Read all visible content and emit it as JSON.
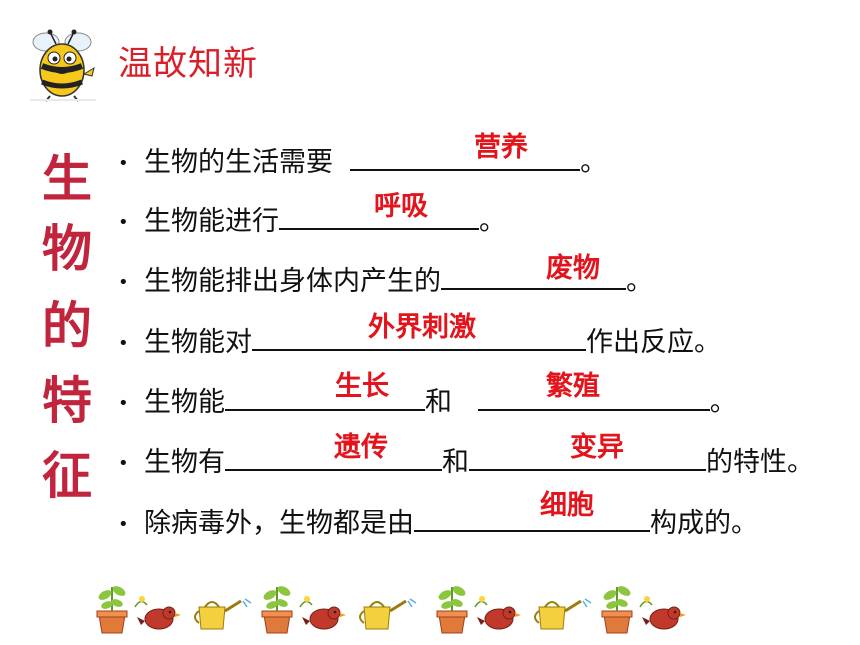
{
  "header": {
    "title": "温故知新"
  },
  "side_title": [
    "生",
    "物",
    "的",
    "特",
    "征"
  ],
  "lines": [
    {
      "pre": "生物的生活需要",
      "post": "。"
    },
    {
      "pre": "生物能进行",
      "post": "。"
    },
    {
      "pre": "生物能排出身体内产生的",
      "post": "。"
    },
    {
      "pre": "生物能对",
      "post": "作出反应。"
    },
    {
      "pre": "生物能",
      "mid": "和",
      "post": "。"
    },
    {
      "pre": "生物有",
      "mid": "和",
      "post": "的特性。"
    },
    {
      "pre": "除病毒外，生物都是由",
      "post": "构成的。"
    }
  ],
  "answers": {
    "a1": "营养",
    "a2": "呼吸",
    "a3": "废物",
    "a4": "外界刺激",
    "a5": "生长",
    "a6": "繁殖",
    "a7": "遗传",
    "a8": "变异",
    "a9": "细胞"
  },
  "colors": {
    "answer": "#e4141c",
    "side_title": "#c0253d",
    "header": "#d9202a"
  },
  "icons": [
    "bee-mascot-icon",
    "potted-plant-icon",
    "bird-icon",
    "watering-can-icon"
  ]
}
